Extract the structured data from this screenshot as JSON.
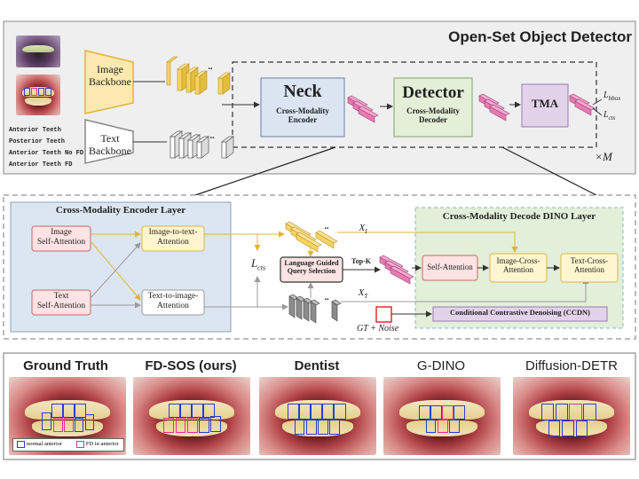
{
  "top": {
    "title": "Open-Set Object Detector",
    "image_backbone": "Image\nBackbone",
    "text_backbone": "Text\nBackbone",
    "prompt_lines": [
      "Anterior Teeth",
      "Posterior Teeth",
      "Anterior Teeth No FD",
      "Anterior Teeth FD"
    ],
    "neck_title": "Neck",
    "neck_sub": "Cross-Modality\nEncoder",
    "detector_title": "Detector",
    "detector_sub": "Cross-Modality\nDecoder",
    "tma": "TMA",
    "loss_bbox": "L_bbox",
    "loss_cts": "L_cts",
    "repeat": "×M",
    "dots": ".."
  },
  "encoder": {
    "title": "Cross-Modality Encoder Layer",
    "image_self_attention": "Image\nSelf-Attention",
    "text_self_attention": "Text\nSelf-Attention",
    "image_to_text": "Image-to-text-\nAttention",
    "text_to_image": "Text-to-image-\nAttention"
  },
  "middle": {
    "l_cts": "L_cts",
    "query_selection": "Language Guided\nQuery Selection",
    "topk": "Top-K",
    "x_i": "X_I",
    "x_t": "X_T",
    "gt_noise": "GT  + Noise"
  },
  "decoder": {
    "title": "Cross-Modality Decode DINO Layer",
    "self_attention": "Self-Attention",
    "image_cross": "Image-Cross-\nAttention",
    "text_cross": "Text-Cross-\nAttention",
    "ccdn": "Conditional Contrastive Denoising (CCDN)"
  },
  "comparison": {
    "labels": [
      "Ground Truth",
      "FD-SOS (ours)",
      "Dentist",
      "G-DINO",
      "Diffusion-DETR"
    ],
    "legend_normal": "normal anterior",
    "legend_fd": "FD in anterior"
  },
  "colors": {
    "neck_fill": "#dbe5f1",
    "detector_fill": "#e4efd8",
    "tma_fill": "#e2d3ea",
    "pink_block": "#e87ab2",
    "yellow_block": "#f7d460",
    "gray_block": "#8c8c8c",
    "encoder_bg": "#dce6f2",
    "decoder_bg": "#e2efd9",
    "box_normal": "#2b3ad6",
    "box_fd": "#e0338a"
  }
}
